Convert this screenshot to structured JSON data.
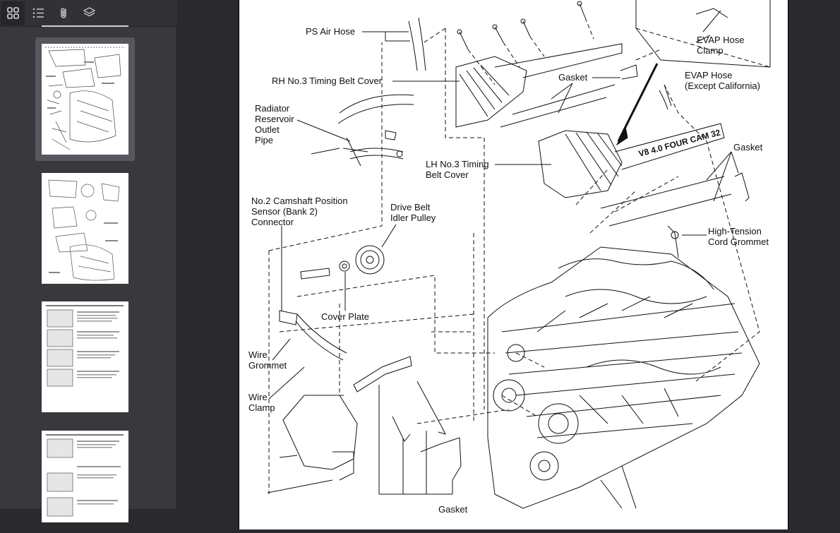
{
  "sidebar": {
    "toolbar": {
      "thumbnails_icon": "thumbnails-icon",
      "outline_icon": "outline-icon",
      "attachments_icon": "paperclip-icon",
      "layers_icon": "layers-icon"
    },
    "thumbnails": [
      {
        "page": 1,
        "selected": true
      },
      {
        "page": 2,
        "selected": false
      },
      {
        "page": 3,
        "selected": false
      },
      {
        "page": 4,
        "selected": false
      }
    ]
  },
  "diagram": {
    "labels": {
      "ps_air_hose": "PS Air Hose",
      "rh_cover": "RH No.3 Timing Belt Cover",
      "radiator_1": "Radiator",
      "radiator_2": "Reservoir",
      "radiator_3": "Outlet",
      "radiator_4": "Pipe",
      "gasket_top": "Gasket",
      "evap_clamp_1": "EVAP Hose",
      "evap_clamp_2": "Clamp",
      "evap_hose_1": "EVAP Hose",
      "evap_hose_2": "(Except California)",
      "lh_cover_1": "LH No.3 Timing",
      "lh_cover_2": "Belt Cover",
      "gasket_right": "Gasket",
      "cam_sensor_1": "No.2 Camshaft Position",
      "cam_sensor_2": "Sensor (Bank 2)",
      "cam_sensor_3": "Connector",
      "idler_1": "Drive Belt",
      "idler_2": "Idler Pulley",
      "grommet_1": "High-Tension",
      "grommet_2": "Cord Grommet",
      "cover_plate": "Cover Plate",
      "wire_grommet_1": "Wire",
      "wire_grommet_2": "Grommet",
      "wire_clamp_1": "Wire",
      "wire_clamp_2": "Clamp",
      "gasket_bottom": "Gasket",
      "engine_marking": "V8 4.0 FOUR CAM 32"
    }
  }
}
